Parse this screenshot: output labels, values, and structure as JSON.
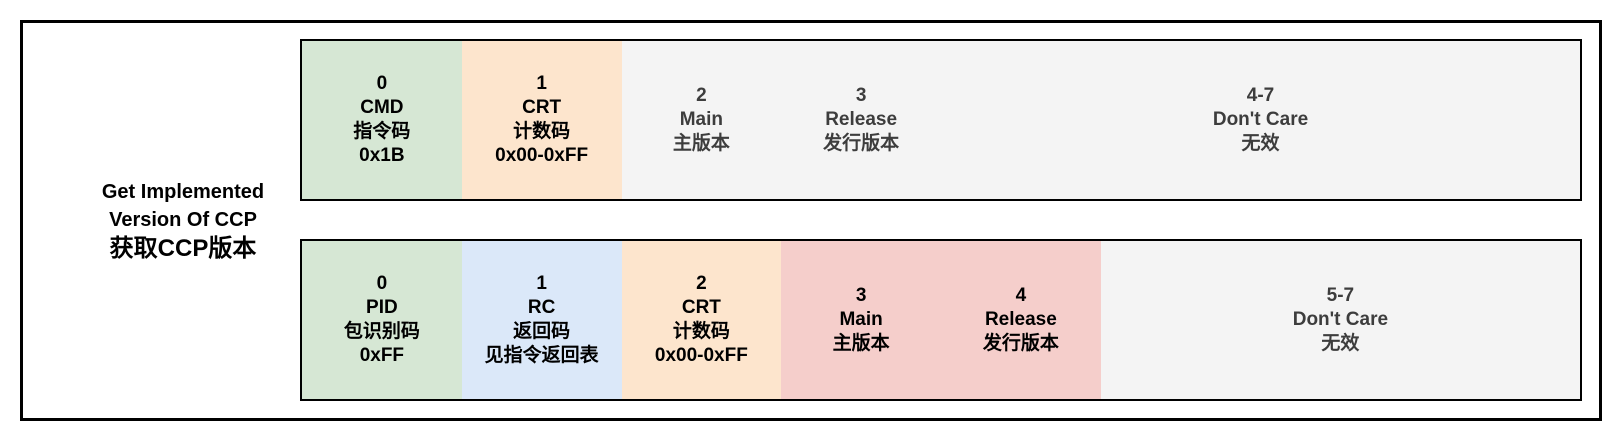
{
  "title_label": {
    "en_line1": "Get Implemented",
    "en_line2": "Version Of CCP",
    "zh": "获取CCP版本"
  },
  "colors": {
    "frame_border": "#000000",
    "cell_green": "#d6e7d4",
    "cell_orange": "#fde5cd",
    "cell_blue": "#dbe8f9",
    "cell_pink": "#f5cecb",
    "cell_gray": "#f4f4f4",
    "text_black": "#000000",
    "text_gray": "#3d3d3d"
  },
  "byte_rows": [
    {
      "name": "request-frame",
      "cells": [
        {
          "span": 1,
          "bg": "#d6e7d4",
          "fg": "#000000",
          "lines": [
            "0",
            "CMD",
            "指令码",
            "0x1B"
          ]
        },
        {
          "span": 1,
          "bg": "#fde5cd",
          "fg": "#000000",
          "lines": [
            "1",
            "CRT",
            "计数码",
            "0x00-0xFF"
          ]
        },
        {
          "span": 1,
          "bg": "#f4f4f4",
          "fg": "#3d3d3d",
          "lines": [
            "2",
            "Main",
            "主版本"
          ]
        },
        {
          "span": 1,
          "bg": "#f4f4f4",
          "fg": "#3d3d3d",
          "lines": [
            "3",
            "Release",
            "发行版本"
          ]
        },
        {
          "span": 4,
          "bg": "#f4f4f4",
          "fg": "#3d3d3d",
          "lines": [
            "4-7",
            "Don't Care",
            "无效"
          ]
        }
      ]
    },
    {
      "name": "response-frame",
      "cells": [
        {
          "span": 1,
          "bg": "#d6e7d4",
          "fg": "#000000",
          "lines": [
            "0",
            "PID",
            "包识别码",
            "0xFF"
          ]
        },
        {
          "span": 1,
          "bg": "#dbe8f9",
          "fg": "#000000",
          "lines": [
            "1",
            "RC",
            "返回码",
            "见指令返回表"
          ]
        },
        {
          "span": 1,
          "bg": "#fde5cd",
          "fg": "#000000",
          "lines": [
            "2",
            "CRT",
            "计数码",
            "0x00-0xFF"
          ]
        },
        {
          "span": 1,
          "bg": "#f5cecb",
          "fg": "#000000",
          "lines": [
            "3",
            "Main",
            "主版本"
          ]
        },
        {
          "span": 1,
          "bg": "#f5cecb",
          "fg": "#000000",
          "lines": [
            "4",
            "Release",
            "发行版本"
          ]
        },
        {
          "span": 3,
          "bg": "#f4f4f4",
          "fg": "#3d3d3d",
          "lines": [
            "5-7",
            "Don't Care",
            "无效"
          ]
        }
      ]
    }
  ]
}
